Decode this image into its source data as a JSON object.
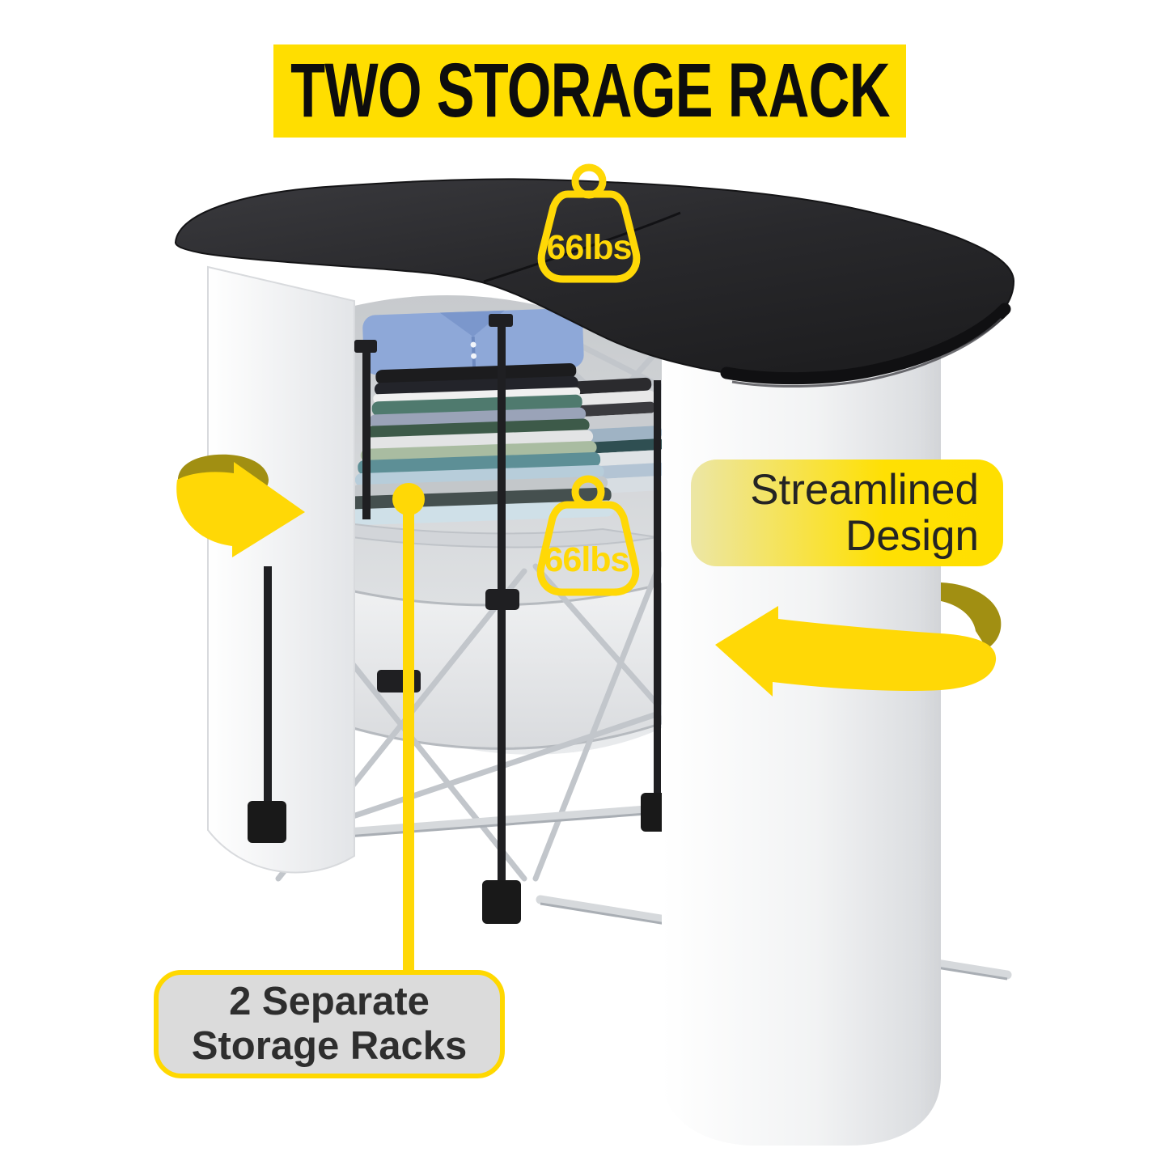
{
  "banner": {
    "title": "TWO STORAGE RACK"
  },
  "callouts": {
    "weight_top": {
      "value": "66lbs"
    },
    "weight_middle": {
      "value": "66lbs"
    },
    "streamlined": {
      "line1": "Streamlined",
      "line2": "Design"
    },
    "storage_racks": {
      "line1": "2 Separate",
      "line2": "Storage Racks"
    }
  },
  "icons": [
    {
      "name": "weight-icon-top",
      "glyph": "kettlebell-outline"
    },
    {
      "name": "weight-icon-middle",
      "glyph": "kettlebell-outline"
    },
    {
      "name": "rotate-arrow-left",
      "glyph": "curved-ribbon-arrow-right"
    },
    {
      "name": "rotate-arrow-right",
      "glyph": "curved-ribbon-arrow-left"
    },
    {
      "name": "callout-line",
      "glyph": "dot-and-vertical-line"
    }
  ],
  "colors": {
    "banner_yellow": "#FFDE00",
    "accent_yellow": "#FFD806",
    "arrow_back_olive": "#A18F12",
    "label_border_yellow": "#FFD800",
    "label_gray": "#DBDBDB",
    "tabletop_black": "#28282B",
    "panel_white": "#F4F5F6",
    "frame_aluminum": "#C6CACF"
  },
  "product": {
    "description": "Pop-up curved trade show counter: black kidney-shaped tabletop, white wrap panels, aluminum folding frame, two storage racks holding folded clothes"
  }
}
